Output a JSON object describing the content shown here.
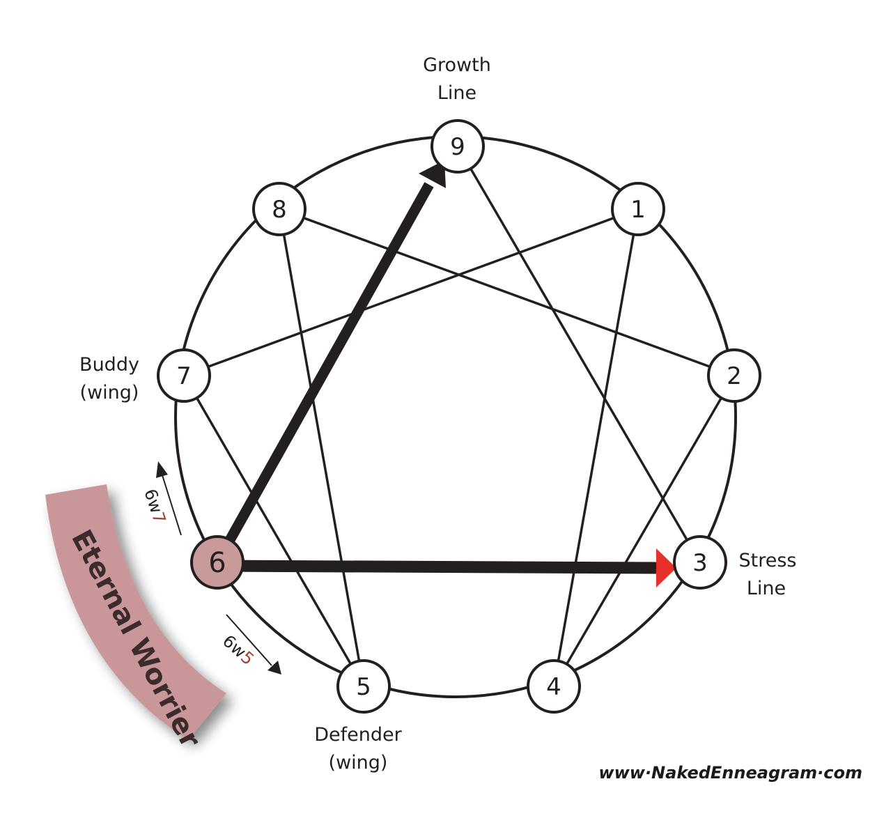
{
  "nodes": [
    {
      "id": "9",
      "label": "9"
    },
    {
      "id": "1",
      "label": "1"
    },
    {
      "id": "2",
      "label": "2"
    },
    {
      "id": "3",
      "label": "3"
    },
    {
      "id": "4",
      "label": "4"
    },
    {
      "id": "5",
      "label": "5"
    },
    {
      "id": "6",
      "label": "6"
    },
    {
      "id": "7",
      "label": "7"
    },
    {
      "id": "8",
      "label": "8"
    }
  ],
  "labels": {
    "growth_line_1": "Growth",
    "growth_line_2": "Line",
    "stress_line_1": "Stress",
    "stress_line_2": "Line",
    "buddy_1": "Buddy",
    "buddy_2": "(wing)",
    "defender_1": "Defender",
    "defender_2": "(wing)",
    "wing7_prefix": "6w",
    "wing7_num": "7",
    "wing5_prefix": "6w",
    "wing5_num": "5",
    "band": "Eternal Worrier",
    "website": "www·NakedEnneagram·com"
  },
  "colors": {
    "line": "#231f20",
    "highlight_node": "#c99a9a",
    "band": "#c9979a",
    "stress_arrowhead": "#e8302a",
    "wing_number": "#a0412d"
  }
}
